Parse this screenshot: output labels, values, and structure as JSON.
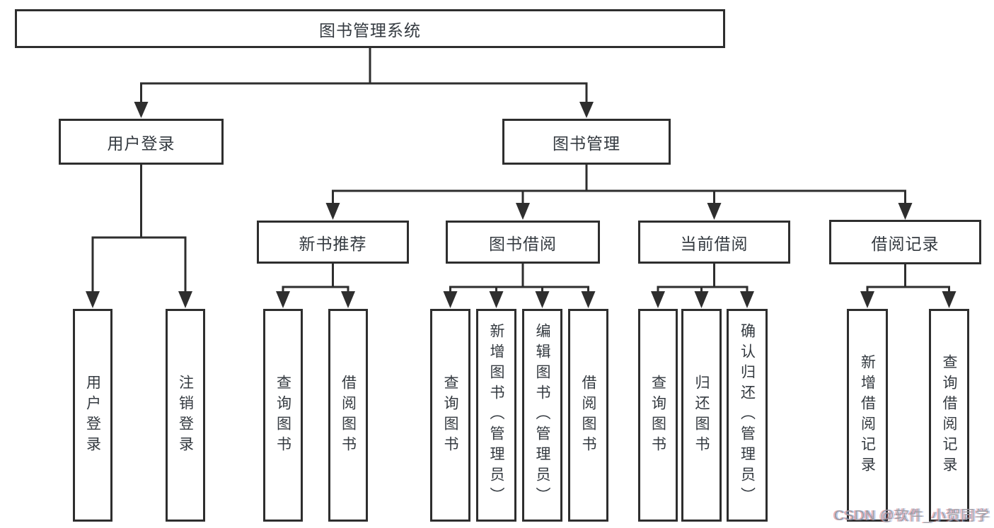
{
  "tree": {
    "root": {
      "label": "图书管理系统"
    },
    "branches": [
      {
        "label": "用户登录",
        "children": [
          {
            "label": "用户登录"
          },
          {
            "label": "注销登录"
          }
        ]
      },
      {
        "label": "图书管理",
        "sections": [
          {
            "label": "新书推荐",
            "children": [
              {
                "label": "查询图书"
              },
              {
                "label": "借阅图书"
              }
            ]
          },
          {
            "label": "图书借阅",
            "children": [
              {
                "label": "查询图书"
              },
              {
                "label": "新增图书（管理员）"
              },
              {
                "label": "编辑图书（管理员）"
              },
              {
                "label": "借阅图书"
              }
            ]
          },
          {
            "label": "当前借阅",
            "children": [
              {
                "label": "查询图书"
              },
              {
                "label": "归还图书"
              },
              {
                "label": "确认归还（管理员）"
              }
            ]
          },
          {
            "label": "借阅记录",
            "children": [
              {
                "label": "新增借阅记录"
              },
              {
                "label": "查询借阅记录"
              }
            ]
          }
        ]
      }
    ]
  },
  "watermark": {
    "text": "CSDN @软件_小贺同学"
  },
  "colors": {
    "line": "#2e2e2e",
    "box_border": "#2e2e2e",
    "text": "#343a40",
    "background": "#ffffff",
    "watermark": "#9c9ca4"
  }
}
